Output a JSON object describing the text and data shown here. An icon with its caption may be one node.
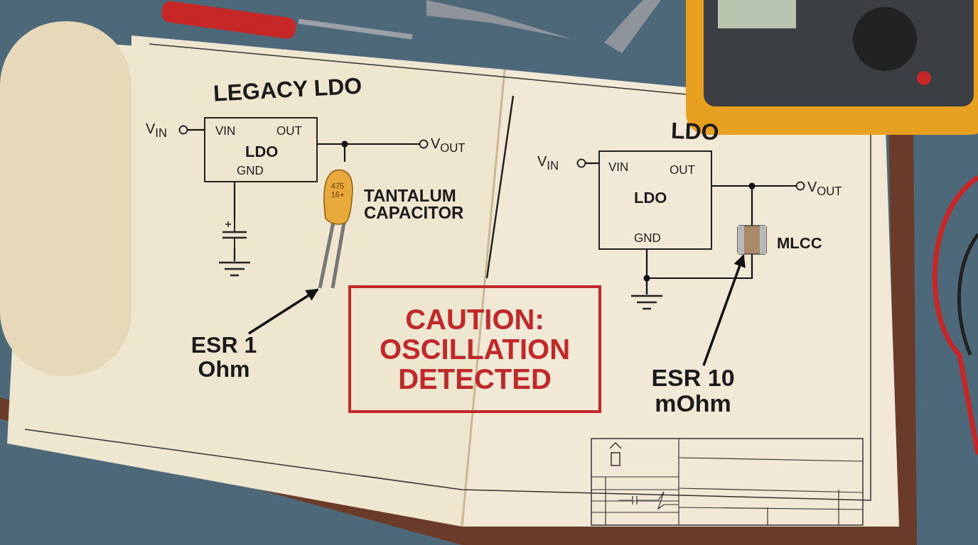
{
  "diagram": {
    "nodes": [
      {
        "text": [
          "V$_{IN}$"
        ]
      },
      {
        "text": [
          "VIN",
          "OUT",
          "LDO",
          "GND"
        ]
      },
      {
        "text": [
          "V$_{OUT}$"
        ]
      },
      {
        "text": [
          "475 16+"
        ],
        "beside": [
          "TANTALUM CAPACITOR"
        ]
      },
      {
        "text": [],
        "shape": "capacitor"
      },
      {
        "text": [],
        "shape": "ground"
      },
      {
        "text": [
          "ESR 1 Ohm"
        ]
      },
      {
        "text": [
          "CAUTION: OSCILLATION DETECTED"
        ]
      },
      {
        "text": [
          "V$_{IN}$"
        ]
      },
      {
        "text": [
          "VIN",
          "OUT",
          "LDO",
          "GND"
        ]
      },
      {
        "text": [
          "V$_{OUT}$"
        ]
      },
      {
        "text": [],
        "shape": "box",
        "beside": [
          "MLCC"
        ]
      },
      {
        "text": [],
        "shape": "ground"
      },
      {
        "text": [
          "ESR 10 mOhm"
        ]
      }
    ],
    "edges": [
      {
        "from": 0,
        "to": 1,
        "arrow": "none"
      },
      {
        "from": 1,
        "to": 2,
        "arrow": "none"
      },
      {
        "from": 1,
        "to": 3,
        "arrow": "none"
      },
      {
        "from": 1,
        "to": 4,
        "arrow": "none"
      },
      {
        "from": 4,
        "to": 5,
        "arrow": "none"
      },
      {
        "from": 6,
        "to": 3,
        "arrow": "to"
      },
      {
        "from": 8,
        "to": 9,
        "arrow": "none"
      },
      {
        "from": 9,
        "to": 10,
        "arrow": "none"
      },
      {
        "from": 9,
        "to": 11,
        "arrow": "none"
      },
      {
        "from": 9,
        "to": 12,
        "arrow": "none"
      },
      {
        "from": 11,
        "to": 12,
        "arrow": "none"
      },
      {
        "from": 13,
        "to": 11,
        "arrow": "to"
      }
    ],
    "labels": [
      "LEGACY LDO",
      "LDO"
    ]
  }
}
